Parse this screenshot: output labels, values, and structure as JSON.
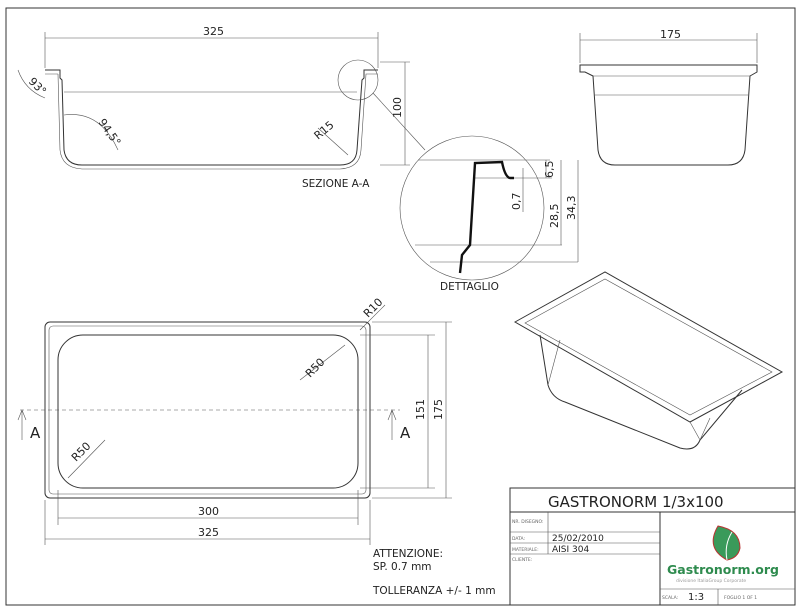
{
  "drawing": {
    "section_view": {
      "width_dim": "325",
      "height_dim": "100",
      "angle_outer": "93°",
      "angle_inner": "94,5°",
      "radius": "R15",
      "label": "SEZIONE A-A"
    },
    "side_view": {
      "width_dim": "175"
    },
    "detail_view": {
      "dims": [
        "6,5",
        "0,7",
        "28,5",
        "34,3"
      ],
      "label": "DETTAGLIO"
    },
    "top_view": {
      "radius_corner": "R10",
      "radius_inner_top": "R50",
      "radius_inner_bottom": "R50",
      "inner_width": "300",
      "outer_width": "325",
      "inner_depth": "151",
      "outer_depth": "175",
      "section_marker_left": "A",
      "section_marker_right": "A"
    },
    "notes": {
      "attention": "ATTENZIONE:",
      "thickness": "SP. 0.7 mm",
      "tolerance": "TOLLERANZA +/- 1 mm"
    }
  },
  "title_block": {
    "title": "GASTRONORM 1/3x100",
    "drawing_no_label": "NR. DISEGNO:",
    "drawing_no": "",
    "date_label": "DATA:",
    "date": "25/02/2010",
    "material_label": "MATERIALE:",
    "material": "AISI 304",
    "client_label": "CLIENTE:",
    "scale_label": "SCALA:",
    "scale": "1:3",
    "sheet": "FOGLIO 1 OF 1",
    "logo_text": "Gastronorm.org",
    "logo_tagline": "divisione ItaliaGroup Corporate",
    "logo_color": "#2e8b4e"
  }
}
